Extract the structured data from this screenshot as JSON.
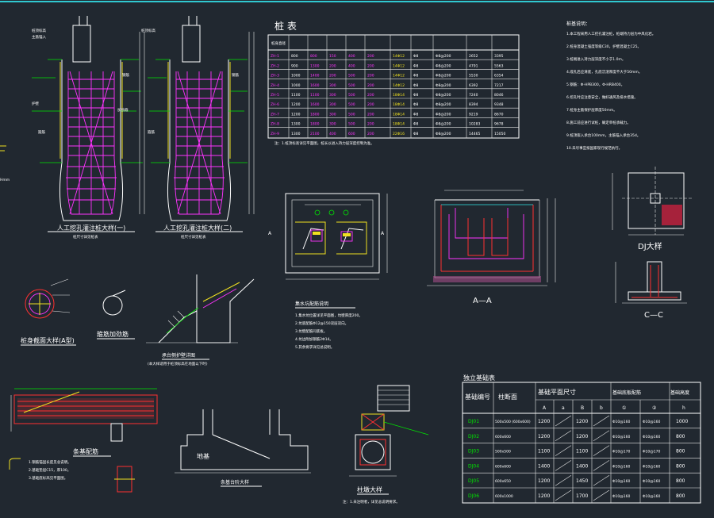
{
  "colors": {
    "background": "#212830",
    "top_rule": "#30c8d0",
    "line": "#ffffff",
    "green": "#00e600",
    "yellow": "#f0e020",
    "magenta": "#ff33ff",
    "red": "#ff3030",
    "cyan": "#30e0e0"
  },
  "pile_table": {
    "title": "桩 表",
    "headers": [
      "桩身直径",
      "",
      "",
      "",
      "",
      "",
      "",
      "",
      "",
      ""
    ],
    "rows": [
      {
        "id": "ZH-1",
        "d": "800",
        "c2": "800",
        "c3": "150",
        "c4": "400",
        "c5": "200",
        "c6": "14Φ12",
        "c7": "Φ8",
        "c8": "Φ8@200",
        "c9": "2652",
        "c10": "3395"
      },
      {
        "id": "ZH-2",
        "d": "900",
        "c2": "1300",
        "c3": "200",
        "c4": "400",
        "c5": "200",
        "c6": "14Φ12",
        "c7": "Φ8",
        "c8": "Φ8@200",
        "c9": "4791",
        "c10": "5563"
      },
      {
        "id": "ZH-3",
        "d": "1000",
        "c2": "1400",
        "c3": "200",
        "c4": "500",
        "c5": "200",
        "c6": "14Φ12",
        "c7": "Φ8",
        "c8": "Φ8@200",
        "c9": "5530",
        "c10": "6354"
      },
      {
        "id": "ZH-4",
        "d": "1000",
        "c2": "1600",
        "c3": "300",
        "c4": "500",
        "c5": "200",
        "c6": "14Φ12",
        "c7": "Φ8",
        "c8": "Φ8@200",
        "c9": "6392",
        "c10": "7217"
      },
      {
        "id": "ZH-5",
        "d": "1100",
        "c2": "1100",
        "c3": "300",
        "c4": "500",
        "c5": "200",
        "c6": "18Φ14",
        "c7": "Φ8",
        "c8": "Φ8@200",
        "c9": "7240",
        "c10": "8046"
      },
      {
        "id": "ZH-6",
        "d": "1200",
        "c2": "1600",
        "c3": "300",
        "c4": "500",
        "c5": "200",
        "c6": "18Φ14",
        "c7": "Φ8",
        "c8": "Φ8@200",
        "c9": "8394",
        "c10": "9348"
      },
      {
        "id": "ZH-7",
        "d": "1200",
        "c2": "1800",
        "c3": "300",
        "c4": "500",
        "c5": "200",
        "c6": "18Φ14",
        "c7": "Φ8",
        "c8": "Φ8@200",
        "c9": "9219",
        "c10": "8670"
      },
      {
        "id": "ZH-8",
        "d": "1300",
        "c2": "1800",
        "c3": "300",
        "c4": "500",
        "c5": "200",
        "c6": "18Φ14",
        "c7": "Φ8",
        "c8": "Φ8@200",
        "c9": "10283",
        "c10": "9678"
      },
      {
        "id": "ZH-9",
        "d": "1300",
        "c2": "2100",
        "c3": "400",
        "c4": "600",
        "c5": "200",
        "c6": "22Φ16",
        "c7": "Φ8",
        "c8": "Φ8@200",
        "c9": "14465",
        "c10": "15050"
      }
    ]
  },
  "foundation_table": {
    "title": "独立基础表",
    "header_number": "基础编号",
    "header_column": "柱断面",
    "header_plan": "基础平面尺寸",
    "header_rebar": "基础底板配筋",
    "header_height": "基础高度",
    "sub_A": "A",
    "sub_a": "a",
    "sub_B": "B",
    "sub_b": "b",
    "sub_1": "①",
    "sub_2": "②",
    "sub_h": "h",
    "rows": [
      {
        "no": "DJ01",
        "col": "500x500 (600x600)",
        "A": "1200",
        "B": "1200",
        "r1": "Φ10@160",
        "r2": "Φ10@160",
        "h": "1000"
      },
      {
        "no": "DJ02",
        "col": "600x600",
        "A": "1200",
        "B": "1200",
        "r1": "Φ10@160",
        "r2": "Φ10@160",
        "h": "800"
      },
      {
        "no": "DJ03",
        "col": "500x500",
        "A": "1100",
        "B": "1100",
        "r1": "Φ10@170",
        "r2": "Φ10@170",
        "h": "800"
      },
      {
        "no": "DJ04",
        "col": "600x600",
        "A": "1400",
        "B": "1400",
        "r1": "Φ10@160",
        "r2": "Φ10@160",
        "h": "800"
      },
      {
        "no": "DJ05",
        "col": "600x650",
        "A": "1200",
        "B": "1450",
        "r1": "Φ10@160",
        "r2": "Φ10@160",
        "h": "800"
      },
      {
        "no": "DJ06",
        "col": "600x1000",
        "A": "1200",
        "B": "1700",
        "r1": "Φ10@160",
        "r2": "Φ10@160",
        "h": "800"
      }
    ]
  },
  "notes": {
    "title": "桩基说明：",
    "lines": [
      "1.本工程采用人工挖孔灌注桩，桩端持力层为中风化岩。",
      "2.桩身混凝土强度等级C30，护壁混凝土C25。",
      "3.桩端进入持力层深度不小于1.0m。",
      "4.成孔后应清底，孔底沉渣厚度不大于50mm。",
      "5.钢筋：Φ-HPB300，Φ-HRB400。",
      "6.挖孔时应注意安全，做好通风及排水措施。",
      "7.桩身主筋保护层厚度50mm。",
      "8.施工前应进行试桩，确定单桩承载力。",
      "9.桩顶嵌入承台100mm，主筋锚入承台35d。",
      "10.未尽事宜按国家现行规范执行。"
    ]
  },
  "labels": {
    "pile1": "人工挖孔灌注桩大样(一)",
    "pile1_sub": "桩尺寸详见桩表",
    "pile2": "人工挖孔灌注桩大样(二)",
    "pile2_sub": "桩尺寸详见桩表",
    "section_circle": "桩身截面大样(A型)",
    "hoop": "箍筋加劲筋",
    "slope_detail": "承台侧护壁详图",
    "slope_note": "(本大样适用于桩顶标高在地面以下时)",
    "pit_note_title": "集水坑配筋说明",
    "pit_notes": [
      "1.集水坑位置详见平面图，坑壁厚度200。",
      "2.坑底配筋Φ12@150双层双向。",
      "3.坑壁配筋同底板。",
      "4.坑边附加钢筋2Φ14。",
      "5.其余要求详见总说明。"
    ],
    "aa": "A—A",
    "dj": "DJ大样",
    "cc": "C—C",
    "strip": "条基配筋",
    "step": "条基台阶大样",
    "pile_cap": "柱墩大样",
    "left_notes": [
      "1.钢筋锚固长度见总说明。",
      "2.基础垫层C15，厚100。",
      "3.基础底标高见平面图。"
    ],
    "bottom_note": "注：1.未注明者，详见总说明要求。"
  }
}
